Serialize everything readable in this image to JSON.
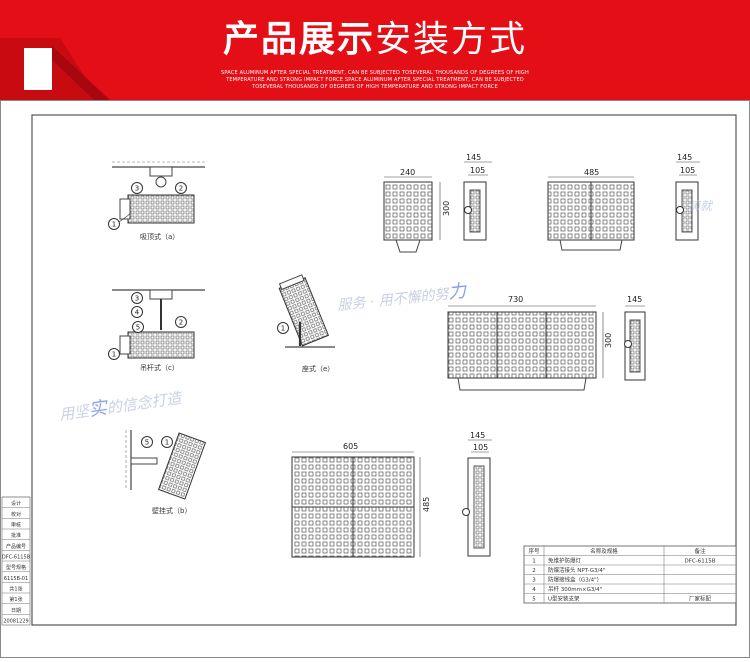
{
  "banner": {
    "title_bold": "产品展示",
    "title_light": "安装方式",
    "subtitle_line1": "SPACE ALUMINUM AFTER SPECIAL TREATMENT, CAN BE SUBJECTED TOSEVERAL THOUSANDS OF DEGREES OF HIGH",
    "subtitle_line2": "TEMPERATURE AND STRONG IMPACT FORCE SPACE ALUMINUM AFTER SPECIAL TREATMENT, CAN BE SUBJECTED",
    "subtitle_line3": "TOSEVERAL THOUSANDS OF DEGREES OF HIGH TEMPERATURE AND STRONG IMPACT FORCE",
    "accent_color": "#e40f16"
  },
  "watermark": {
    "text1": "用坚",
    "text1_accent": "实",
    "text2": "的信念打造",
    "text3": "服务 · 用不懈的努",
    "text3_accent": "力",
    "text4": "铸就"
  },
  "installs": {
    "ceiling": "吸顶式（a）",
    "hanging": "吊杆式（c）",
    "seat": "座式（e）",
    "wall": "壁挂式（b）"
  },
  "callouts": [
    "1",
    "2",
    "3",
    "4",
    "5"
  ],
  "dimensions": {
    "small_front_width": "240",
    "small_height": "300",
    "small_side_1": "145",
    "small_side_2": "105",
    "medium_front_width": "485",
    "medium_side_1": "145",
    "medium_side_2": "105",
    "large_front_width": "730",
    "large_height": "300",
    "large_side": "145",
    "square_width": "605",
    "square_height": "485",
    "square_side_1": "145",
    "square_side_2": "105"
  },
  "title_block": {
    "rows": [
      "设计",
      "校对",
      "审核",
      "批准",
      "产品编号",
      "DFC-6115B",
      "型号规格",
      "6115B-01",
      "共1张",
      "第1张",
      "日期",
      "20081229"
    ]
  },
  "parts_table": {
    "headers": [
      "序号",
      "名称及规格",
      "备注"
    ],
    "rows": [
      {
        "no": "1",
        "name": "免维护防爆灯",
        "note": "DFC-6115B"
      },
      {
        "no": "2",
        "name": "防爆活接头 NPT-G3/4\"",
        "note": ""
      },
      {
        "no": "3",
        "name": "防爆接线盒（G3/4\"）",
        "note": ""
      },
      {
        "no": "4",
        "name": "吊杆 300mm×G3/4\"",
        "note": ""
      },
      {
        "no": "5",
        "name": "U型安装支架",
        "note": "厂家标配"
      }
    ]
  }
}
